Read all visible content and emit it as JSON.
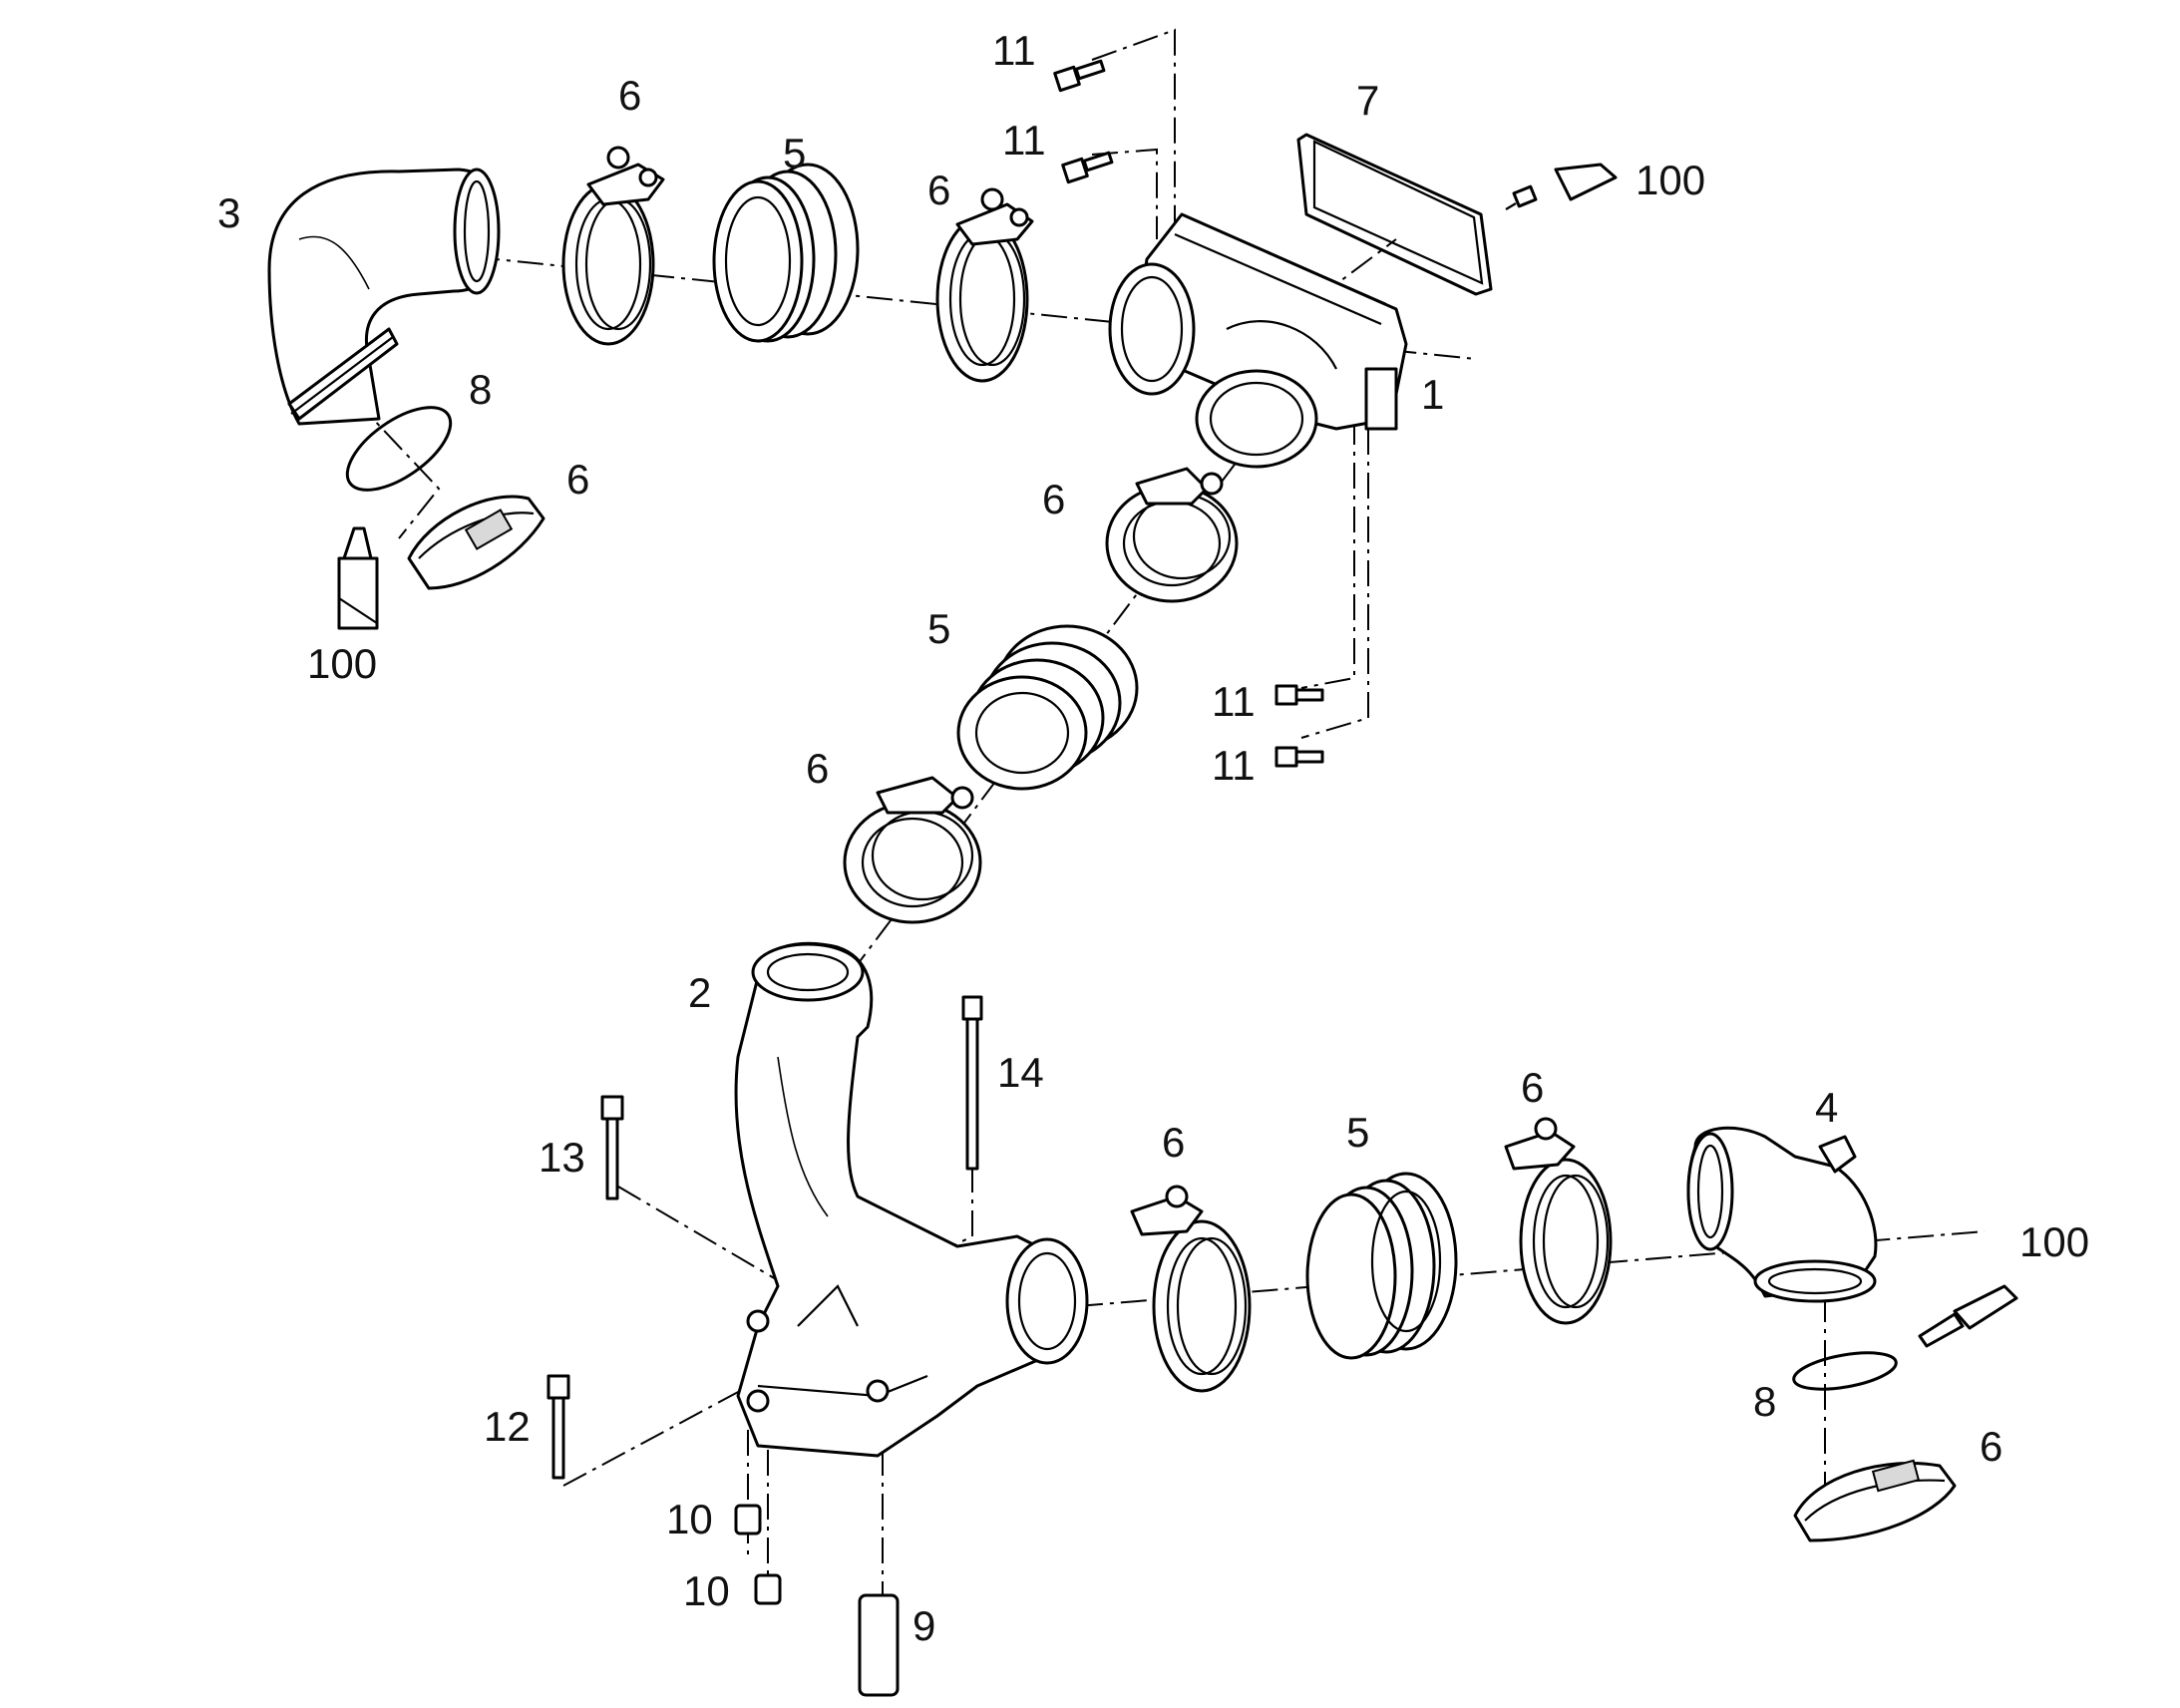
{
  "callouts": {
    "c1": "1",
    "c2": "2",
    "c3": "3",
    "c4": "4",
    "c5a": "5",
    "c5b": "5",
    "c5c": "5",
    "c6a": "6",
    "c6b": "6",
    "c6c": "6",
    "c6d": "6",
    "c6e": "6",
    "c6f": "6",
    "c6g": "6",
    "c7": "7",
    "c8a": "8",
    "c8b": "8",
    "c9": "9",
    "c10a": "10",
    "c10b": "10",
    "c11a": "11",
    "c11b": "11",
    "c11c": "11",
    "c11d": "11",
    "c12": "12",
    "c13": "13",
    "c14": "14",
    "c100a": "100",
    "c100b": "100",
    "c100c": "100"
  }
}
